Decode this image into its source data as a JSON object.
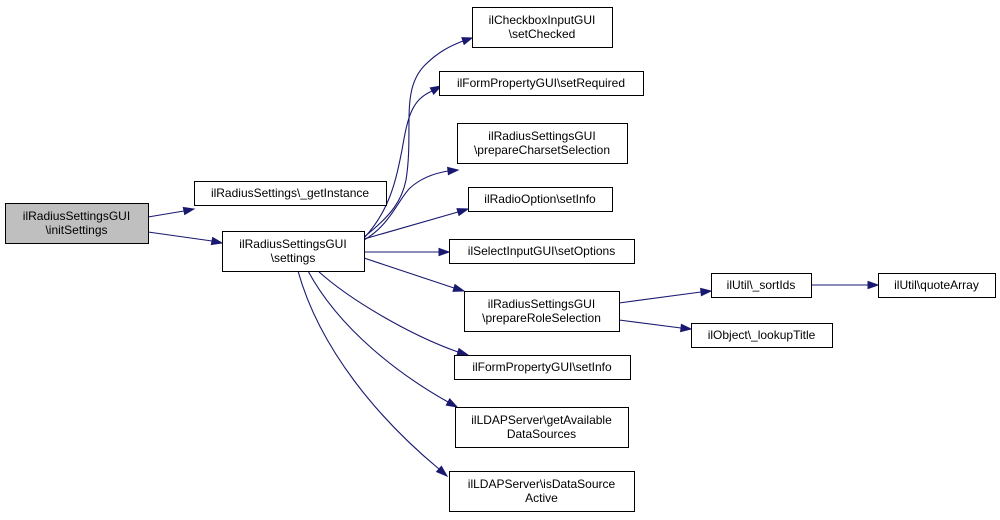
{
  "diagram": {
    "colors": {
      "node_fill": "#ffffff",
      "root_fill": "#bfbfbf",
      "border": "#000000",
      "edge": "#191970"
    },
    "nodes": [
      {
        "id": "init",
        "lines": [
          "ilRadiusSettingsGUI",
          "\\initSettings"
        ],
        "root": true
      },
      {
        "id": "getInstance",
        "lines": [
          "ilRadiusSettings\\_getInstance"
        ]
      },
      {
        "id": "settings",
        "lines": [
          "ilRadiusSettingsGUI",
          "\\settings"
        ]
      },
      {
        "id": "setChecked",
        "lines": [
          "ilCheckboxInputGUI",
          "\\setChecked"
        ]
      },
      {
        "id": "setRequired",
        "lines": [
          "ilFormPropertyGUI\\setRequired"
        ]
      },
      {
        "id": "prepareCharset",
        "lines": [
          "ilRadiusSettingsGUI",
          "\\prepareCharsetSelection"
        ]
      },
      {
        "id": "radioSetInfo",
        "lines": [
          "ilRadioOption\\setInfo"
        ]
      },
      {
        "id": "setOptions",
        "lines": [
          "ilSelectInputGUI\\setOptions"
        ]
      },
      {
        "id": "prepareRole",
        "lines": [
          "ilRadiusSettingsGUI",
          "\\prepareRoleSelection"
        ]
      },
      {
        "id": "formSetInfo",
        "lines": [
          "ilFormPropertyGUI\\setInfo"
        ]
      },
      {
        "id": "getAvailable",
        "lines": [
          "ilLDAPServer\\getAvailable",
          "DataSources"
        ]
      },
      {
        "id": "isActive",
        "lines": [
          "ilLDAPServer\\isDataSource",
          "Active"
        ]
      },
      {
        "id": "sortIds",
        "lines": [
          "ilUtil\\_sortIds"
        ]
      },
      {
        "id": "lookupTitle",
        "lines": [
          "ilObject\\_lookupTitle"
        ]
      },
      {
        "id": "quoteArray",
        "lines": [
          "ilUtil\\quoteArray"
        ]
      }
    ],
    "edges": [
      {
        "from": "init",
        "to": "getInstance"
      },
      {
        "from": "init",
        "to": "settings"
      },
      {
        "from": "settings",
        "to": "setChecked"
      },
      {
        "from": "settings",
        "to": "setRequired"
      },
      {
        "from": "settings",
        "to": "prepareCharset"
      },
      {
        "from": "settings",
        "to": "radioSetInfo"
      },
      {
        "from": "settings",
        "to": "setOptions"
      },
      {
        "from": "settings",
        "to": "prepareRole"
      },
      {
        "from": "settings",
        "to": "formSetInfo"
      },
      {
        "from": "settings",
        "to": "getAvailable"
      },
      {
        "from": "settings",
        "to": "isActive"
      },
      {
        "from": "prepareRole",
        "to": "sortIds"
      },
      {
        "from": "prepareRole",
        "to": "lookupTitle"
      },
      {
        "from": "sortIds",
        "to": "quoteArray"
      }
    ]
  }
}
